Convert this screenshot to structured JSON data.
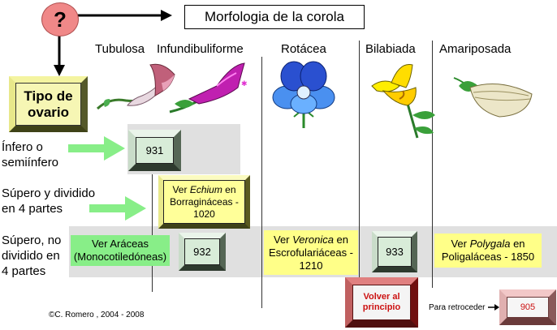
{
  "header": {
    "question_mark": "?",
    "title": "Morfologia de la corola"
  },
  "columns": [
    "Tubulosa",
    "Infundibuliforme",
    "Rotácea",
    "Bilabiada",
    "Amariposada"
  ],
  "ovary_box": {
    "label": "Tipo de ovario"
  },
  "rows": [
    {
      "label": "Ínfero o semiínfero"
    },
    {
      "label": "Súpero y dividido en 4 partes"
    },
    {
      "label": "Súpero, no dividido en 4 partes"
    }
  ],
  "cells": {
    "c931": "931",
    "echium_pre": "Ver ",
    "echium_italic": "Echium",
    "echium_post": " en Borragináceas - 1020",
    "araceas": "Ver Aráceas (Monocotiledóneas)",
    "c932": "932",
    "veronica_pre": "Ver ",
    "veronica_italic": "Veronica",
    "veronica_post": " en Escrofulariáceas - 1210",
    "c933": "933",
    "polygala_pre": "Ver ",
    "polygala_italic": "Polygala",
    "polygala_post": " en Poligaláceas - 1850"
  },
  "footer": {
    "copyright": "©C. Romero , 2004 - 2008",
    "back_button": "Volver al principio",
    "retroceder_label": "Para retroceder",
    "retroceder_button": "905"
  },
  "colors": {
    "question_circle": "#f08888",
    "arrow_green": "#88ee88",
    "yellow_cell": "#ffff88",
    "green_cell": "#88ee88",
    "back_red": "#cc1111"
  },
  "icons": [
    "tubular-flower-icon",
    "funnel-flower-icon",
    "rotate-flower-icon",
    "bilabiate-flower-icon",
    "papilionaceous-flower-icon"
  ]
}
